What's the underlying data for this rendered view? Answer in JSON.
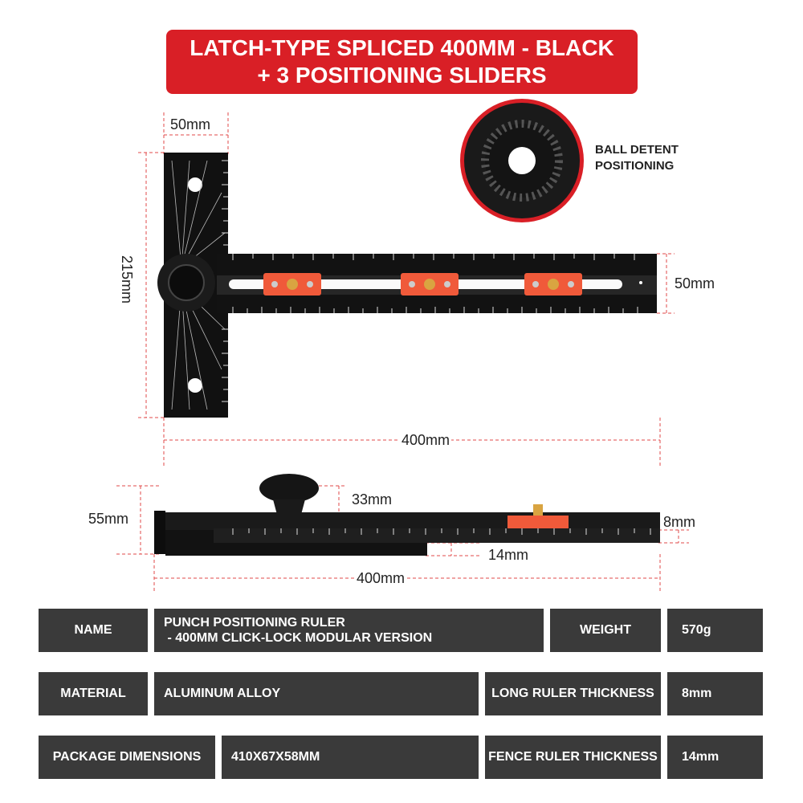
{
  "banner": {
    "line1": "LATCH-TYPE SPLICED 400MM - BLACK",
    "line2": "+ 3 POSITIONING SLIDERS"
  },
  "callout": {
    "line1": "BALL DETENT",
    "line2": "POSITIONING"
  },
  "dimensions": {
    "top_width": "50mm",
    "side_height": "215mm",
    "arm_width": "50mm",
    "top_length": "400mm",
    "side_height2": "55mm",
    "knob_height": "33mm",
    "thickness": "8mm",
    "fence": "14mm",
    "side_length": "400mm"
  },
  "specs": {
    "name_label": "NAME",
    "name_value_1": "PUNCH POSITIONING RULER",
    "name_value_2": " - 400MM CLICK-LOCK MODULAR VERSION",
    "weight_label": "WEIGHT",
    "weight_value": "570g",
    "material_label": "MATERIAL",
    "material_value": "ALUMINUM ALLOY",
    "long_ruler_label": "LONG RULER THICKNESS",
    "long_ruler_value": "8mm",
    "package_label": "PACKAGE DIMENSIONS",
    "package_value": "410X67X58MM",
    "fence_label": "FENCE RULER THICKNESS",
    "fence_value": "14mm"
  },
  "colors": {
    "accent_red": "#d91f26",
    "slider_orange": "#f05a3a",
    "tool_black": "#111111",
    "spec_bg": "#3a3a3a"
  },
  "icons": [
    "ruler-product-image",
    "ball-detent-detail-image",
    "side-view-product-image"
  ]
}
